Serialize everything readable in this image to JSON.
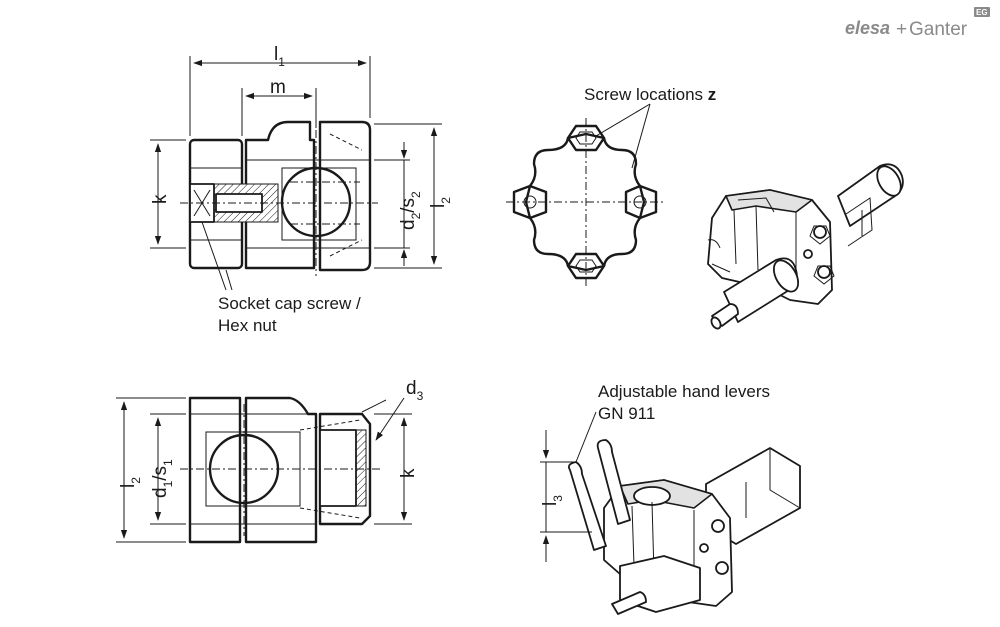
{
  "logo": {
    "brand_left": "elesa",
    "plus": "+",
    "brand_right": "Ganter",
    "badge": "EG"
  },
  "dimensions": {
    "l1": {
      "base": "l",
      "sub": "1"
    },
    "m": {
      "base": "m"
    },
    "k_top": {
      "base": "k"
    },
    "d2s2": {
      "base1": "d",
      "sub1": "2",
      "slash": "/s",
      "sub2": "2"
    },
    "l2_top": {
      "base": "l",
      "sub": "2"
    },
    "l2_bottom": {
      "base": "l",
      "sub": "2"
    },
    "d1s1": {
      "base1": "d",
      "sub1": "1",
      "slash": "/s",
      "sub2": "1"
    },
    "d3": {
      "base": "d",
      "sub": "3"
    },
    "k_bottom": {
      "base": "k"
    },
    "l3": {
      "base": "l",
      "sub": "3"
    }
  },
  "callouts": {
    "screw_locations": {
      "text": "Screw locations ",
      "emph": "z"
    },
    "socket_cap_line1": "Socket cap screw /",
    "socket_cap_line2": "Hex nut",
    "hand_levers_line1": "Adjustable hand levers",
    "hand_levers_line2": "GN 911"
  },
  "colors": {
    "line": "#1a1a1a",
    "logo_gray": "#8a8a8a",
    "hatch": "#cfcfcf"
  },
  "icons": [
    "clamp-side-view",
    "clamp-end-view",
    "clamp-bottom-view",
    "clamp-isometric-with-screws",
    "clamp-isometric-with-levers"
  ]
}
